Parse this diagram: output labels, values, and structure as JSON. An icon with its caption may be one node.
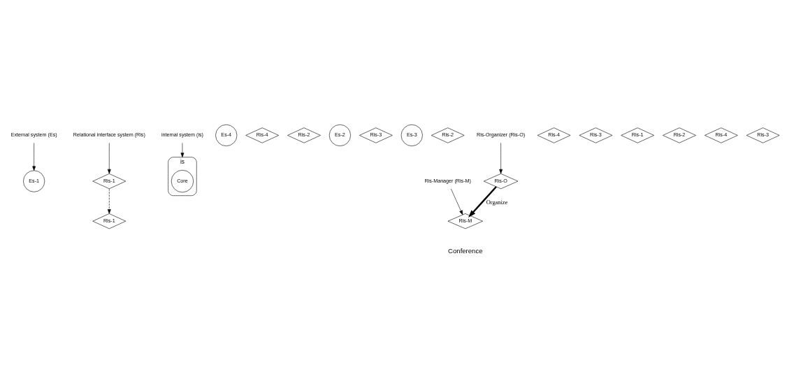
{
  "diagram": {
    "nodes": [
      {
        "text": [
          "External system (Es)"
        ]
      },
      {
        "text": [
          "Relational interface system (Ris)"
        ]
      },
      {
        "text": [
          "internal system (is)"
        ]
      },
      {
        "text": [
          "Es-1"
        ]
      },
      {
        "text": [
          "Ris-1"
        ]
      },
      {
        "text": [
          "is"
        ]
      },
      {
        "text": [
          "Core"
        ],
        "in": 5
      },
      {
        "text": [
          "Es-4"
        ]
      },
      {
        "text": [
          "Ris-4"
        ]
      },
      {
        "text": [
          "Ris-2"
        ]
      },
      {
        "text": [
          "Es-2"
        ]
      },
      {
        "text": [
          "Ris-3"
        ]
      },
      {
        "text": [
          "Es-3"
        ]
      },
      {
        "text": [
          "Ris-1"
        ]
      },
      {
        "text": [
          "Ris-2"
        ]
      },
      {
        "text": [
          "Ris-O"
        ]
      },
      {
        "text": [
          "Ris-4"
        ]
      },
      {
        "text": [
          "Ris-3"
        ]
      },
      {
        "text": [
          "Ris-Organizer (Ris-O)"
        ]
      },
      {
        "text": [
          "Ris-1"
        ]
      },
      {
        "text": [
          "Ris-2"
        ]
      },
      {
        "text": [
          "Ris-M"
        ]
      },
      {
        "text": [
          "Ris-4"
        ]
      },
      {
        "text": [
          "Ris-3"
        ]
      },
      {
        "text": [
          "Ris-Manager (Ris-M)"
        ]
      }
    ],
    "edges": [
      {
        "from": 0,
        "to": 3,
        "arrow": "to"
      },
      {
        "from": 1,
        "to": 4,
        "arrow": "to"
      },
      {
        "from": 2,
        "to": 5,
        "arrow": "to"
      },
      {
        "from": 4,
        "to": 13,
        "arrow": "to",
        "style": "dashed"
      },
      {
        "from": 18,
        "to": 15,
        "arrow": "to"
      },
      {
        "from": 15,
        "to": 21,
        "arrow": "to",
        "style": "thick",
        "label": "Organize"
      },
      {
        "from": 24,
        "to": 21,
        "arrow": "to"
      }
    ],
    "labels": [
      "Conference"
    ]
  }
}
